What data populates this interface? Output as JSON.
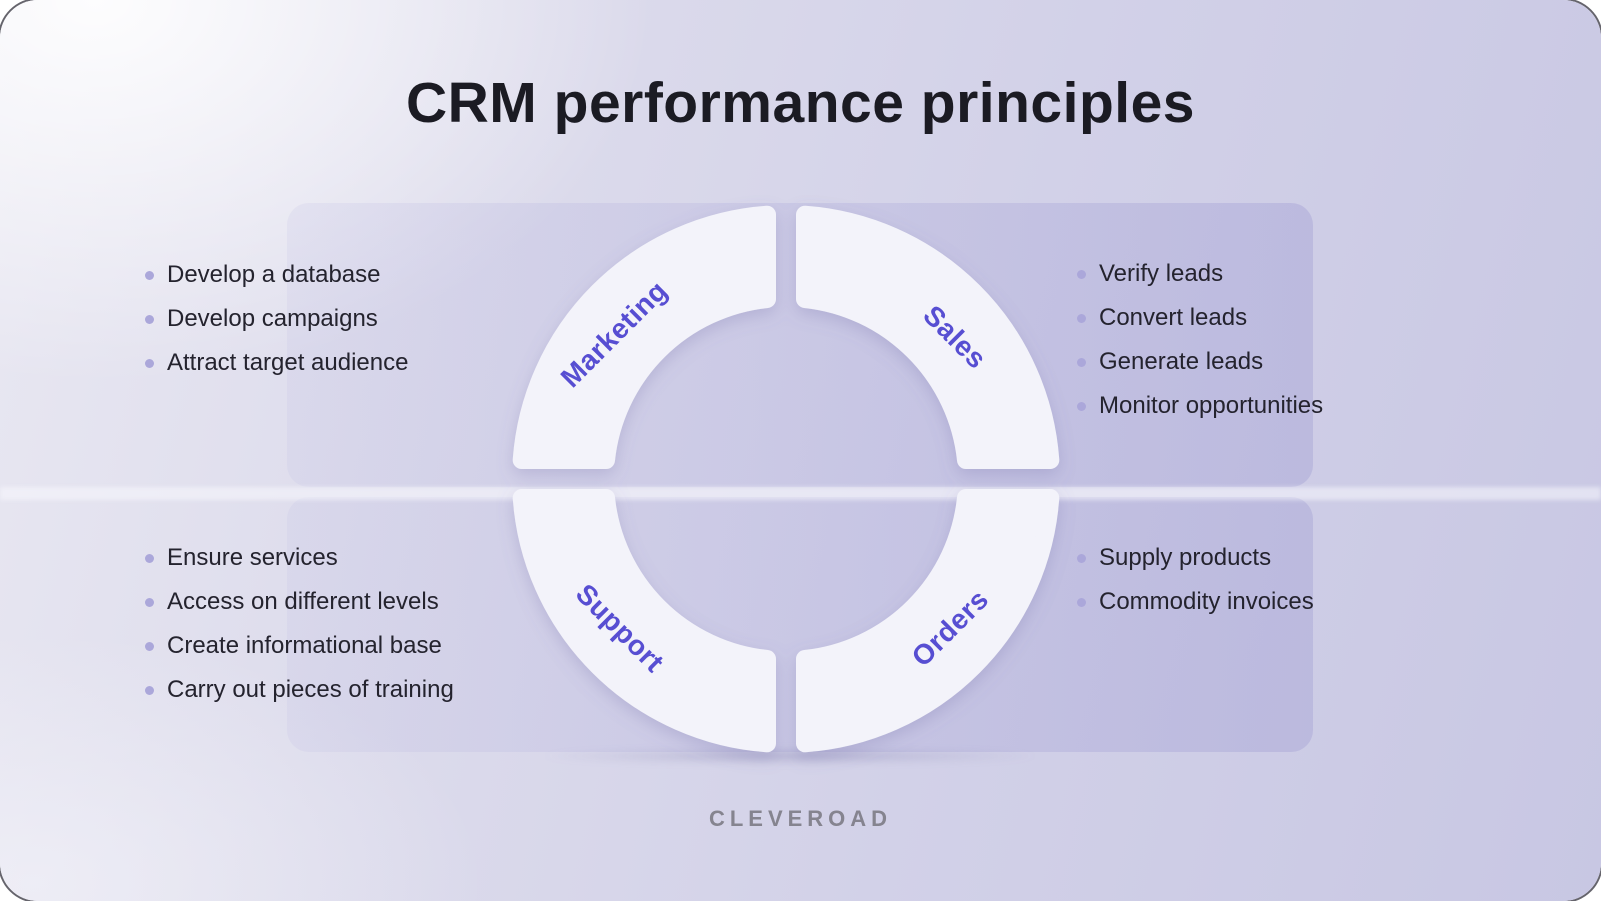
{
  "title": "CRM performance principles",
  "brand": "CLEVEROAD",
  "colors": {
    "accent": "#574ed2",
    "ring_fill": "#f3f3fa",
    "body_text": "#24232e",
    "bullet": "#aba7da",
    "brand_text": "#85848f",
    "background_lavender": "#c8c7e3"
  },
  "diagram": {
    "type": "circular-process",
    "segments": [
      {
        "label": "Marketing",
        "position": "top-left",
        "items": [
          "Develop a database",
          "Develop campaigns",
          "Attract target audience"
        ]
      },
      {
        "label": "Sales",
        "position": "top-right",
        "items": [
          "Verify leads",
          "Convert leads",
          "Generate leads",
          "Monitor opportunities"
        ]
      },
      {
        "label": "Support",
        "position": "bottom-left",
        "items": [
          "Ensure services",
          "Access on different levels",
          "Create informational base",
          "Carry out pieces of training"
        ]
      },
      {
        "label": "Orders",
        "position": "bottom-right",
        "items": [
          "Supply products",
          "Commodity invoices"
        ]
      }
    ]
  }
}
